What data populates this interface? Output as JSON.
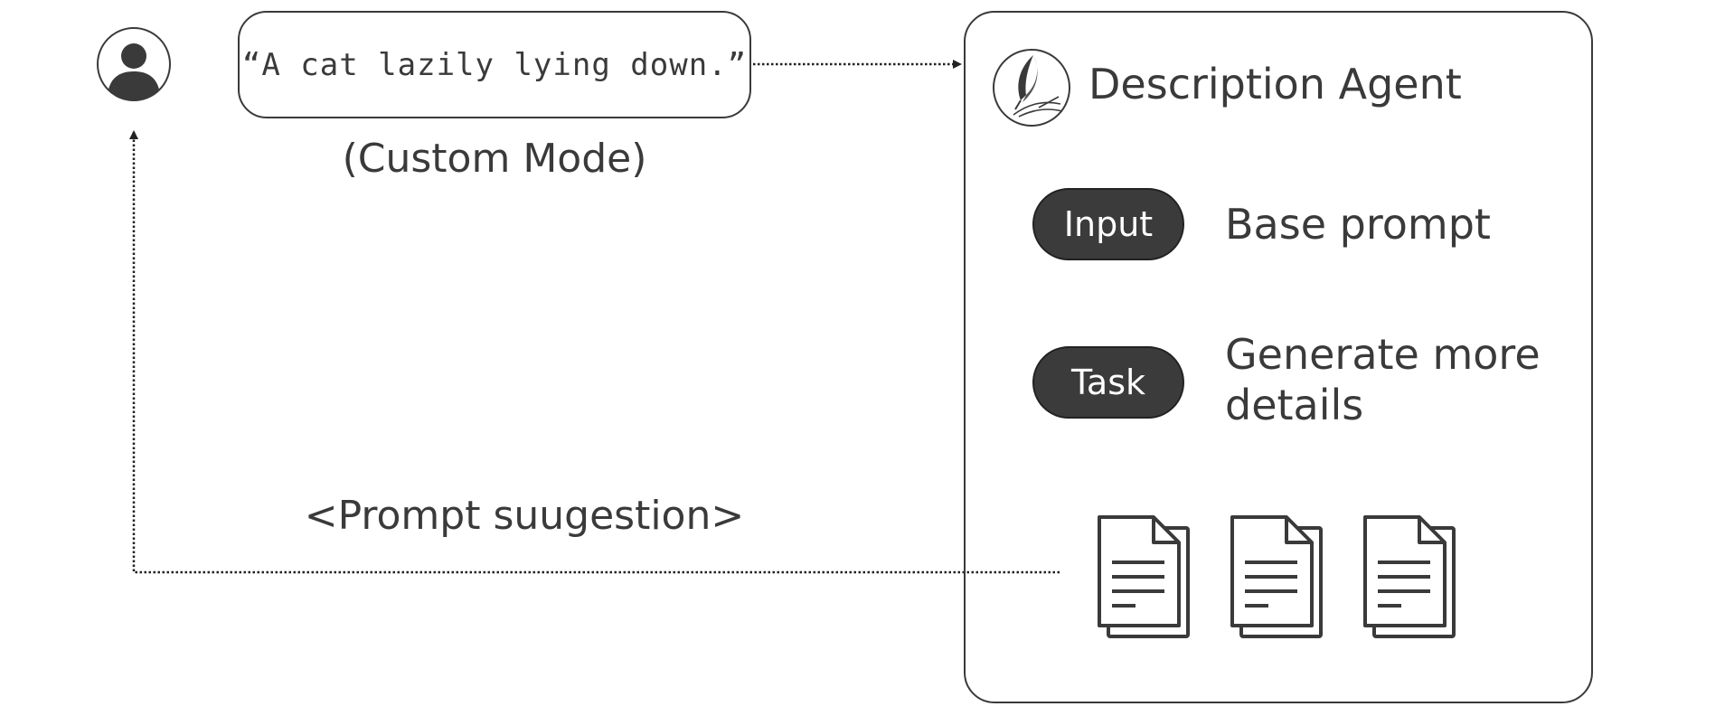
{
  "prompt_bubble": {
    "text": "“A cat lazily lying down.”"
  },
  "mode_label": "(Custom Mode)",
  "suggestion_label": "<Prompt suugestion>",
  "agent": {
    "title": "Description Agent",
    "fields": [
      {
        "tag": "Input",
        "value": "Base prompt"
      },
      {
        "tag": "Task",
        "value": "Generate more details"
      }
    ],
    "documents": [
      "document-icon",
      "document-icon",
      "document-icon"
    ]
  },
  "icons": {
    "user": "user-avatar-icon",
    "agent_logo": "quill-feather-icon"
  },
  "colors": {
    "stroke": "#3a3a3a",
    "pill_fill": "#3b3b3b",
    "pill_text": "#ffffff"
  }
}
